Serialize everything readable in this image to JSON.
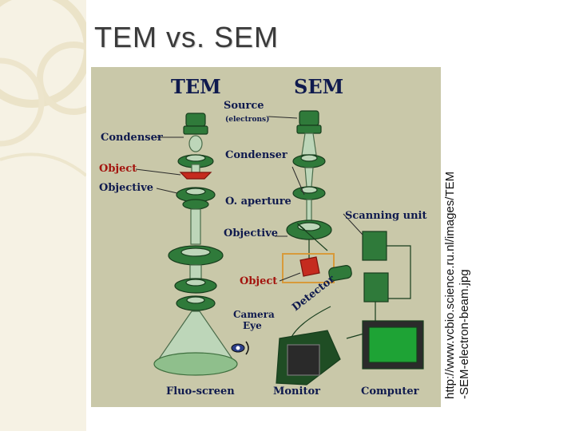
{
  "slide": {
    "title": "TEM vs. SEM",
    "caption_line1": "http://www.vcbio.science.ru.nl/images/TEM",
    "caption_line2": "-SEM-electron-beam.jpg"
  },
  "diagram": {
    "tem_heading": "TEM",
    "sem_heading": "SEM",
    "source": "Source",
    "source_sub": "(electrons)",
    "tem_condenser": "Condenser",
    "tem_object": "Object",
    "tem_objective": "Objective",
    "sem_condenser": "Condenser",
    "o_aperture": "O. aperture",
    "scanning_unit": "Scanning unit",
    "sem_objective": "Objective",
    "sem_object": "Object",
    "detector": "Detector",
    "camera_eye_line1": "Camera",
    "camera_eye_line2": "Eye",
    "fluo_screen": "Fluo-screen",
    "monitor": "Monitor",
    "computer": "Computer"
  },
  "colors": {
    "background": "#c9c8a9",
    "label": "#0f1a4e",
    "object_label": "#a3140e",
    "lens_green": "#2f7a3a",
    "beam": "#bdd6b9",
    "sidebar": "#f6f2e4"
  }
}
